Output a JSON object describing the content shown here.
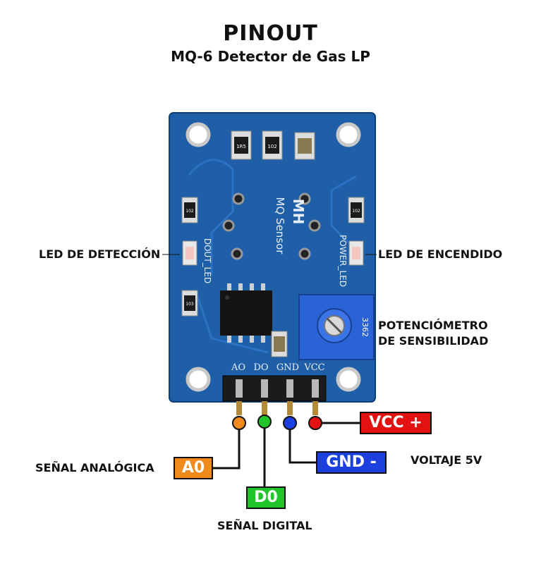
{
  "header": {
    "title": "PINOUT",
    "subtitle": "MQ-6 Detector de Gas LP"
  },
  "board": {
    "silk_brand": "MH",
    "silk_sensor": "MQ Sensor",
    "silk_dout_led": "DOUT_LED",
    "silk_power_led": "POWER_LED",
    "silk_r1": "1R5",
    "silk_r2": "102",
    "silk_r3": "102",
    "silk_r4": "103",
    "silk_r5": "102",
    "silk_pot": "3362",
    "pin_labels": [
      "AO",
      "DO",
      "GND",
      "VCC"
    ]
  },
  "labels": {
    "led_detection": "LED DE DETECCIÓN",
    "led_power": "LED DE ENCENDIDO",
    "pot_line1": "POTENCIÓMETRO",
    "pot_line2": "DE SENSIBILIDAD",
    "voltage": "VOLTAJE 5V",
    "analog_signal": "SEÑAL ANALÓGICA",
    "digital_signal": "SEÑAL DIGITAL"
  },
  "pins": {
    "vcc_tag": "VCC +",
    "gnd_tag": "GND -",
    "a0_tag": "A0",
    "d0_tag": "D0"
  },
  "colors": {
    "pcb": "#1f5fa8",
    "vcc": "#e21212",
    "gnd": "#1c3fe0",
    "a0": "#f08a1c",
    "d0": "#22c42b"
  }
}
